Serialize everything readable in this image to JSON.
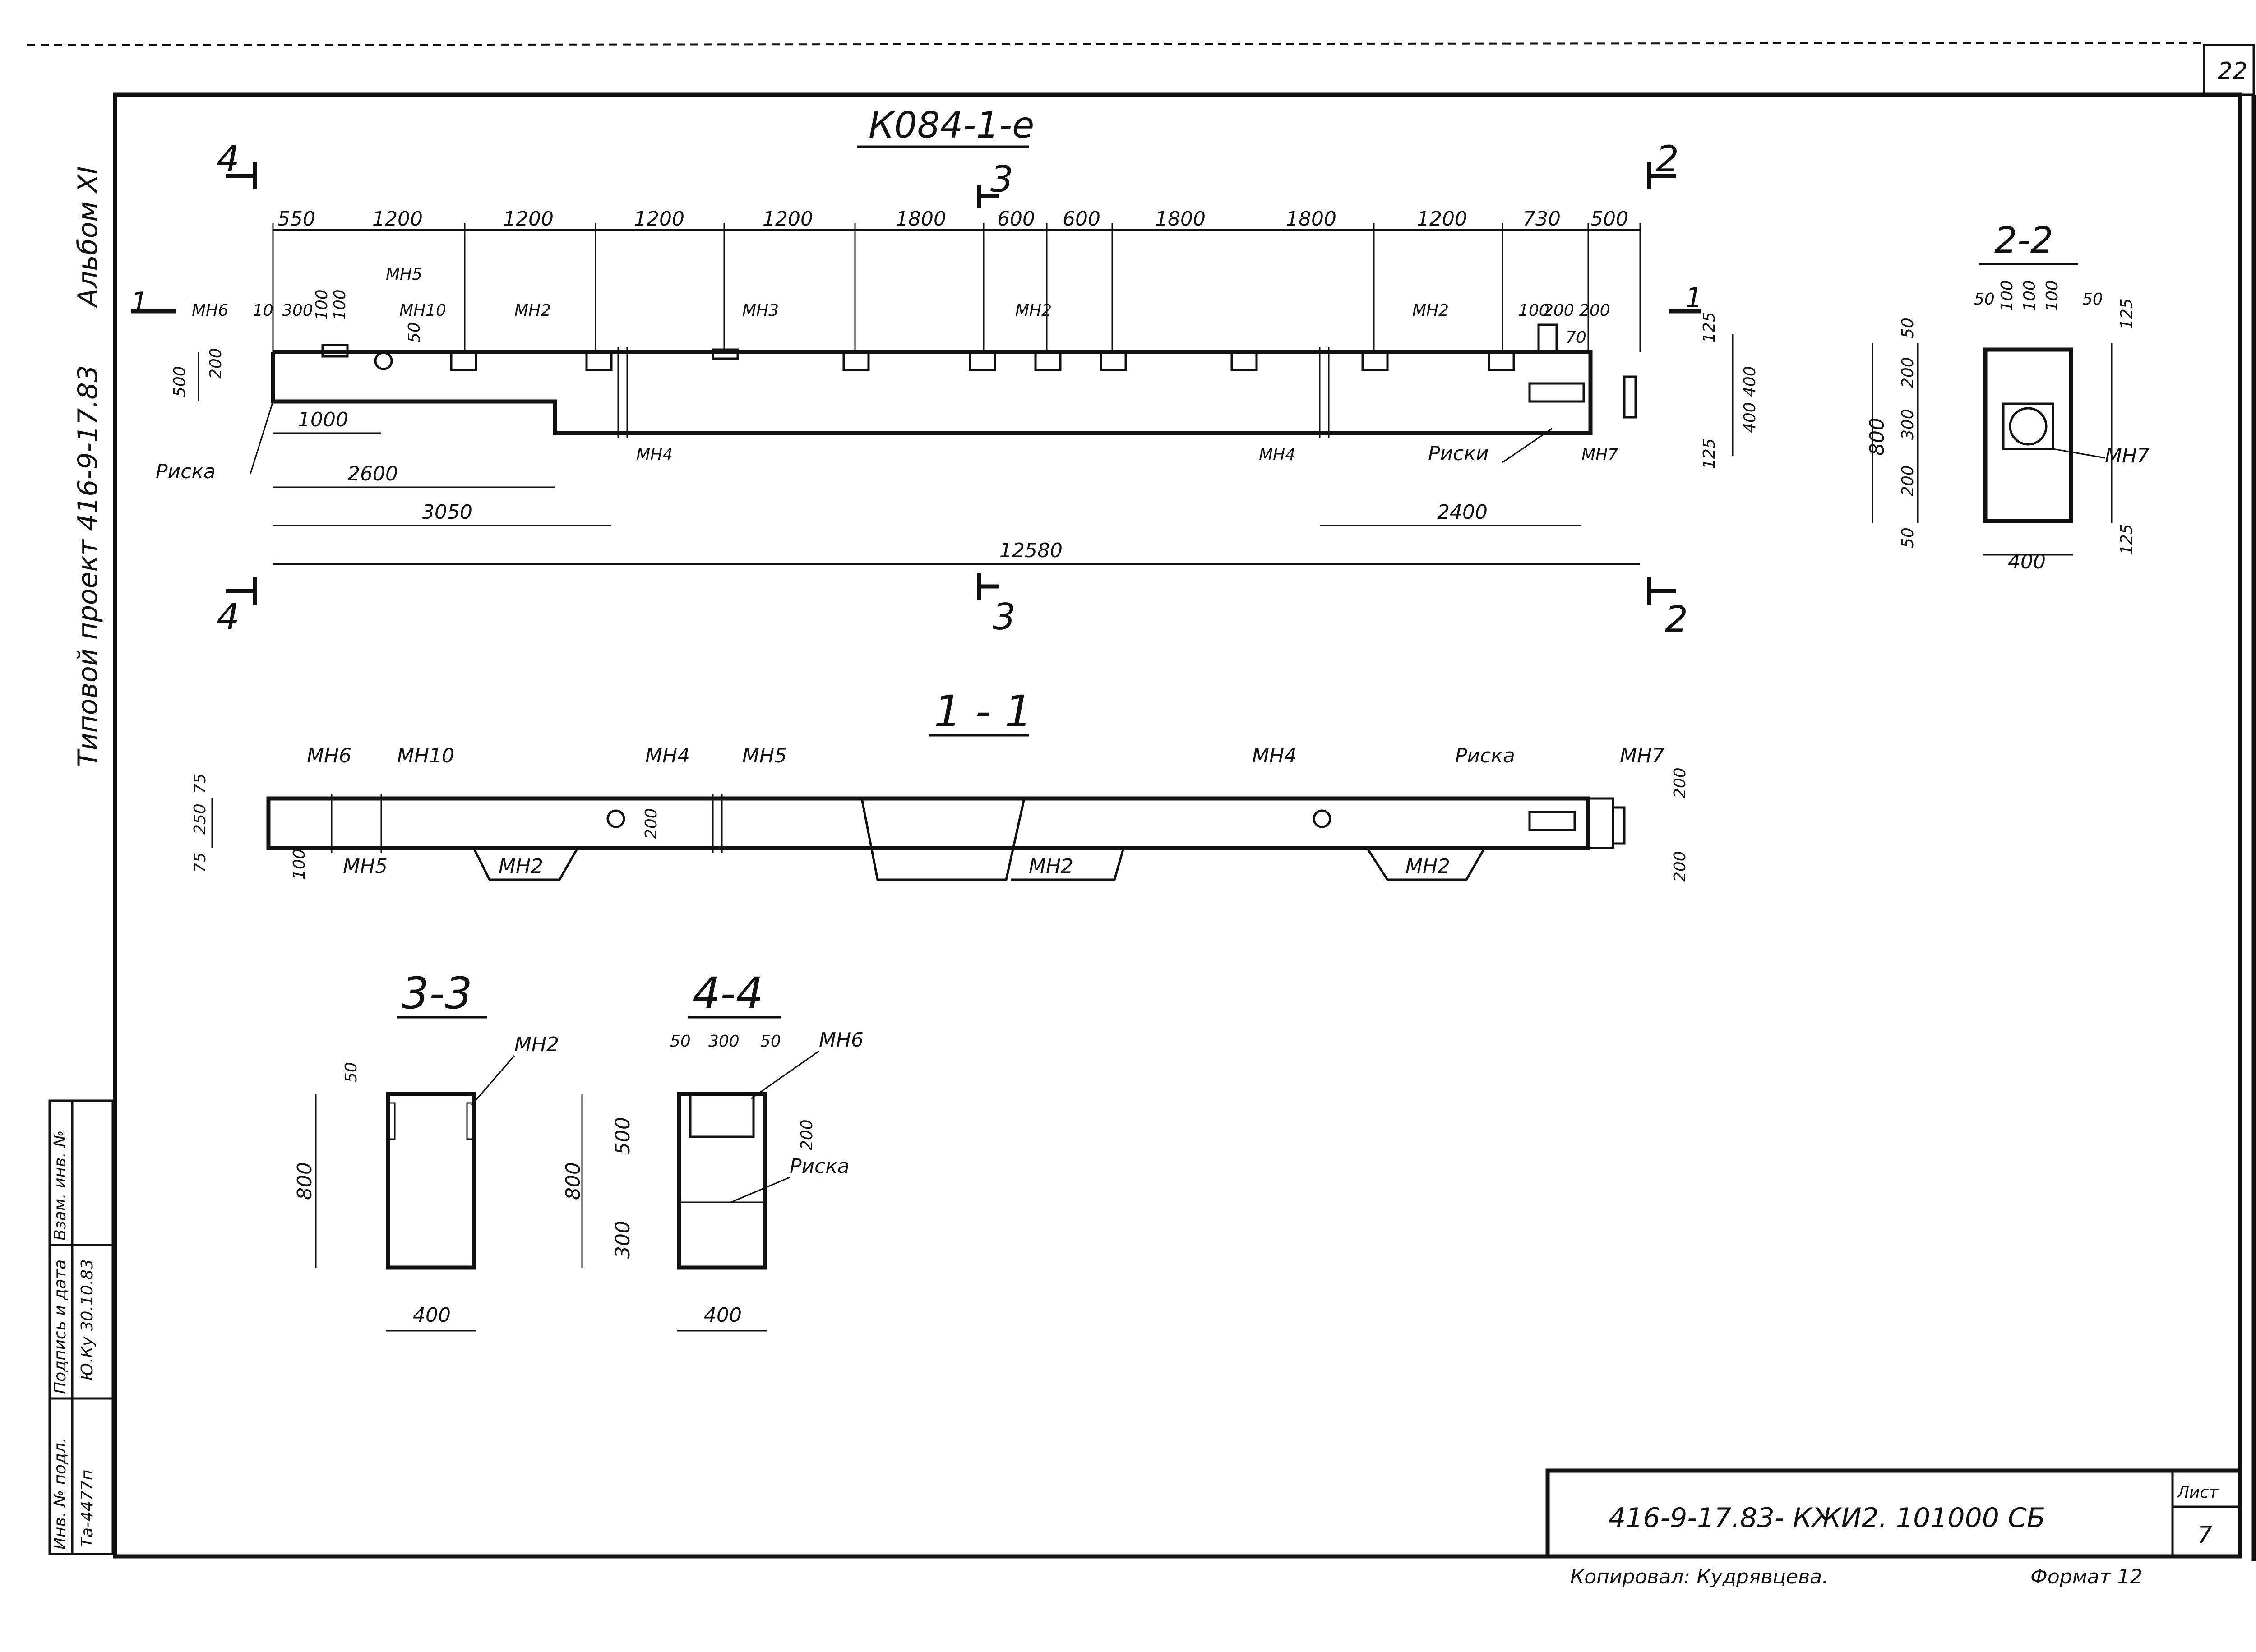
{
  "sheet": {
    "page_number": "22",
    "album": "Альбом XI",
    "project": "Типовой проект 416-9-17.83",
    "title": "К084-1-е",
    "doc_code": "416-9-17.83- КЖИ2. 101000 СБ",
    "sheet_label": "Лист",
    "sheet_number": "7",
    "copied_by": "Копировал: Кудрявцева.",
    "format": "Формат 12"
  },
  "stamp": {
    "col1_label": "Инв. № подл.",
    "col1_value": "Та-4477п",
    "col2_label": "Подпись и дата",
    "col2_value": "Ю.Ку 30.10.83",
    "col3_label": "Взам. инв. №"
  },
  "sections": {
    "s1": "1 - 1",
    "s2": "2-2",
    "s3": "3-3",
    "s4": "4-4",
    "mark1": "1",
    "mark2": "2",
    "mark3": "3",
    "mark4": "4"
  },
  "plan": {
    "top_dims": [
      "550",
      "1200",
      "1200",
      "1200",
      "1200",
      "1800",
      "600",
      "600",
      "1800",
      "1800",
      "1200",
      "730",
      "500"
    ],
    "sub_dims": [
      "10",
      "300",
      "100",
      "100",
      "50",
      "100",
      "200",
      "200",
      "70"
    ],
    "left_dims": [
      "500",
      "200"
    ],
    "right_dims": [
      "125",
      "400",
      "400",
      "125"
    ],
    "bottom_dims": [
      "1000",
      "2600",
      "3050",
      "2400",
      "12580"
    ],
    "labels": [
      "МН6",
      "МН5",
      "МН10",
      "МН2",
      "МН3",
      "МН2",
      "МН2",
      "МН4",
      "МН4",
      "МН7",
      "Риска",
      "Риски"
    ]
  },
  "section11": {
    "left_dims": [
      "75",
      "250",
      "75"
    ],
    "other_dims": [
      "100",
      "200",
      "200",
      "200"
    ],
    "labels": [
      "МН6",
      "МН10",
      "МН4",
      "МН5",
      "МН4",
      "Риска",
      "МН7",
      "МН5",
      "МН2",
      "МН2",
      "МН2"
    ]
  },
  "section22": {
    "top_dims": [
      "50",
      "100",
      "100",
      "100",
      "50"
    ],
    "left_dims": [
      "800",
      "50",
      "200",
      "300",
      "200",
      "50"
    ],
    "right_dims": [
      "125",
      "125"
    ],
    "bottom_dim": "400",
    "label": "МН7"
  },
  "section33": {
    "dims": [
      "50",
      "800",
      "400"
    ],
    "label": "МН2"
  },
  "section44": {
    "top_dims": [
      "50",
      "300",
      "50"
    ],
    "left_dims": [
      "800",
      "500",
      "300"
    ],
    "right_dim": "200",
    "bottom_dim": "400",
    "labels": [
      "МН6",
      "Риска"
    ]
  }
}
